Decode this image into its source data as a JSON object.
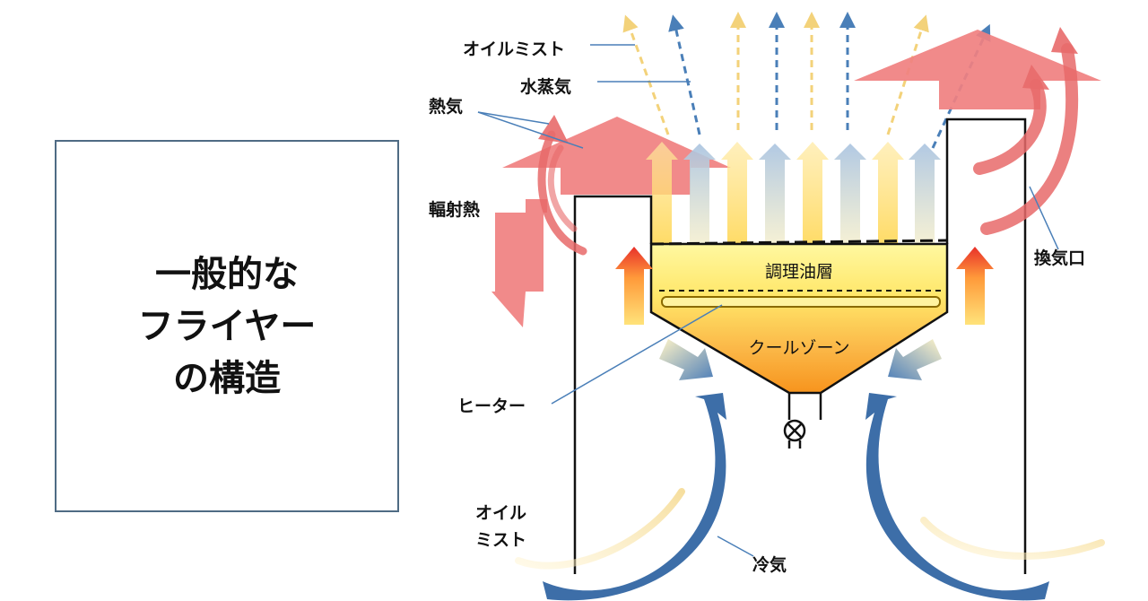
{
  "title": {
    "lines": [
      "一般的な",
      "フライヤー",
      "の構造"
    ]
  },
  "diagram": {
    "labels": {
      "oil_mist_top": "オイルミスト",
      "steam": "水蒸気",
      "hot_air": "熱気",
      "radiant_heat": "輻射熱",
      "vent": "換気口",
      "cooking_oil_layer": "調理油層",
      "cool_zone": "クールゾーン",
      "heater": "ヒーター",
      "oil_mist_bottom_line1": "オイル",
      "oil_mist_bottom_line2": "ミスト",
      "cold_air": "冷気"
    },
    "colors": {
      "hot": "#f08080",
      "oil_mist": "#f3d27a",
      "steam": "#4a7fb8",
      "cold": "#3d6ea8",
      "oil_top": "#fff27a",
      "oil_bottom": "#f7941d",
      "frame": "#111111",
      "title_border": "#4f6b84"
    }
  }
}
